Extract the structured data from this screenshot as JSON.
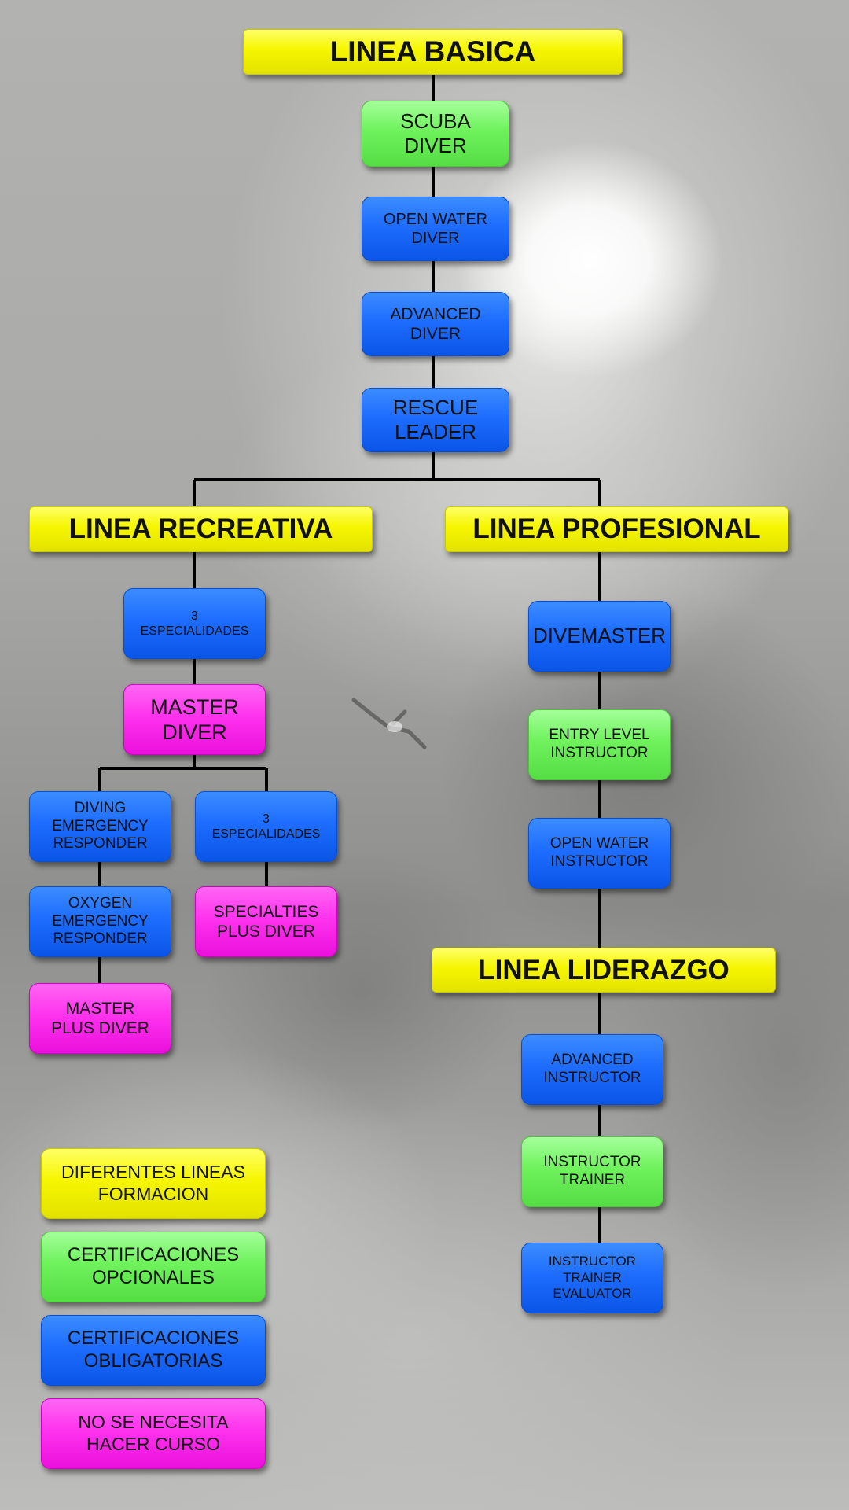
{
  "headers": {
    "basica": "LINEA BASICA",
    "recreativa": "LINEA RECREATIVA",
    "profesional": "LINEA PROFESIONAL",
    "liderazgo": "LINEA LIDERAZGO"
  },
  "basica": {
    "scuba": "SCUBA\nDIVER",
    "open_water": "OPEN WATER\nDIVER",
    "advanced": "ADVANCED\nDIVER",
    "rescue": "RESCUE\nLEADER"
  },
  "recreativa": {
    "especialidades_1": "3\nESPECIALIDADES",
    "master_diver": "MASTER\nDIVER",
    "diving_emergency": "DIVING\nEMERGENCY\nRESPONDER",
    "especialidades_2": "3\nESPECIALIDADES",
    "oxygen_emergency": "OXYGEN\nEMERGENCY\nRESPONDER",
    "specialties_plus": "SPECIALTIES\nPLUS DIVER",
    "master_plus": "MASTER\nPLUS DIVER"
  },
  "profesional": {
    "divemaster": "DIVEMASTER",
    "entry_level": "ENTRY LEVEL\nINSTRUCTOR",
    "open_water_instructor": "OPEN WATER\nINSTRUCTOR"
  },
  "liderazgo": {
    "advanced_instructor": "ADVANCED\nINSTRUCTOR",
    "instructor_trainer": "INSTRUCTOR\nTRAINER",
    "instructor_trainer_evaluator": "INSTRUCTOR\nTRAINER\nEVALUATOR"
  },
  "legend": {
    "yellow": "DIFERENTES LINEAS\nFORMACION",
    "green": "CERTIFICACIONES\nOPCIONALES",
    "blue": "CERTIFICACIONES\nOBLIGATORIAS",
    "pink": "NO SE NECESITA\nHACER CURSO"
  },
  "colors": {
    "yellow": "#f6f600",
    "green": "#6ff25c",
    "blue": "#1e6dff",
    "pink": "#ff33ee",
    "connector": "#000000"
  }
}
